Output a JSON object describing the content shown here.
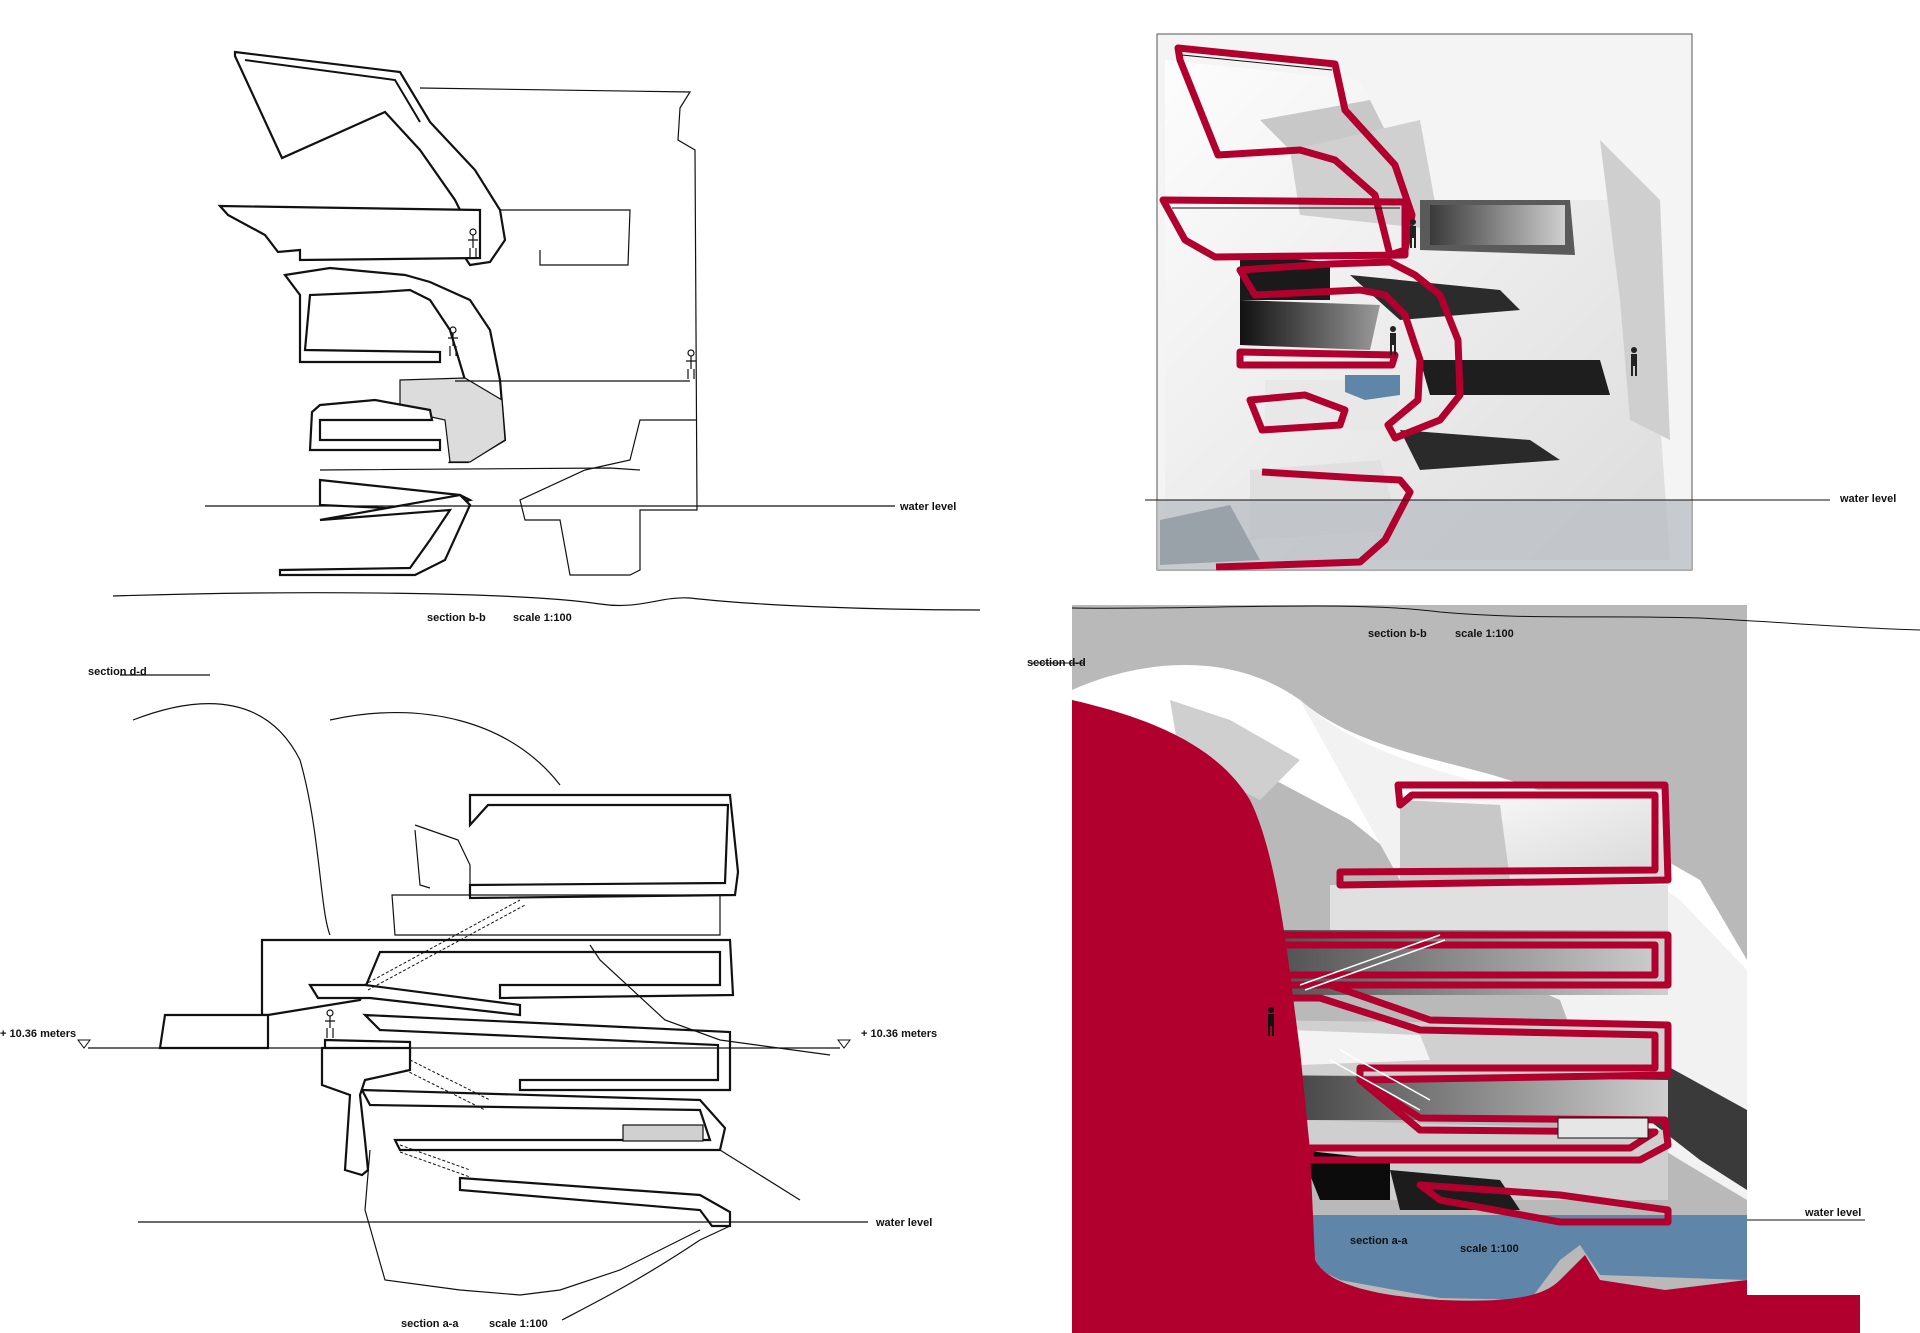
{
  "sheet": {
    "top_left": {
      "water_label": "water level",
      "section_label": "section b-b",
      "scale_label": "scale 1:100"
    },
    "top_right": {
      "water_label": "water level"
    },
    "bottom_left": {
      "section_dd_label": "section d-d",
      "elev_left_label": "+ 10.36 meters",
      "elev_right_label": "+ 10.36 meters",
      "water_label": "water level",
      "section_label": "section a-a",
      "scale_label": "scale 1:100"
    },
    "bottom_right": {
      "section_label_top": "section b-b",
      "scale_label_top": "scale 1:100",
      "section_dd_label": "section d-d",
      "water_label": "water level",
      "section_label": "section a-a",
      "scale_label": "scale 1:100"
    }
  },
  "colors": {
    "accent_red": "#b1002d",
    "water_blue": "#5f86a8",
    "backdrop_grey": "#b9b9b9"
  }
}
